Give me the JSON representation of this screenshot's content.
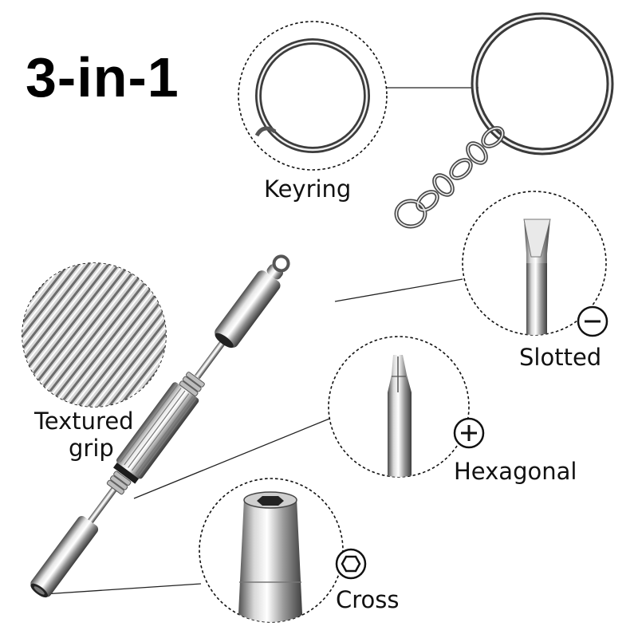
{
  "heading": "3-in-1",
  "callouts": {
    "keyring": {
      "label": "Keyring"
    },
    "slotted": {
      "label": "Slotted",
      "symbol": "minus-circle-icon"
    },
    "textured_grip": {
      "line1": "Textured",
      "line2": "grip"
    },
    "hexagonal": {
      "label": "Hexagonal",
      "symbol": "plus-circle-icon"
    },
    "cross": {
      "label": "Cross",
      "symbol": "hexagon-circle-icon"
    }
  },
  "colors": {
    "metal_dark": "#5a5a5a",
    "metal_light": "#f4f4f4",
    "callout_border": "#111111",
    "text": "#111111"
  }
}
